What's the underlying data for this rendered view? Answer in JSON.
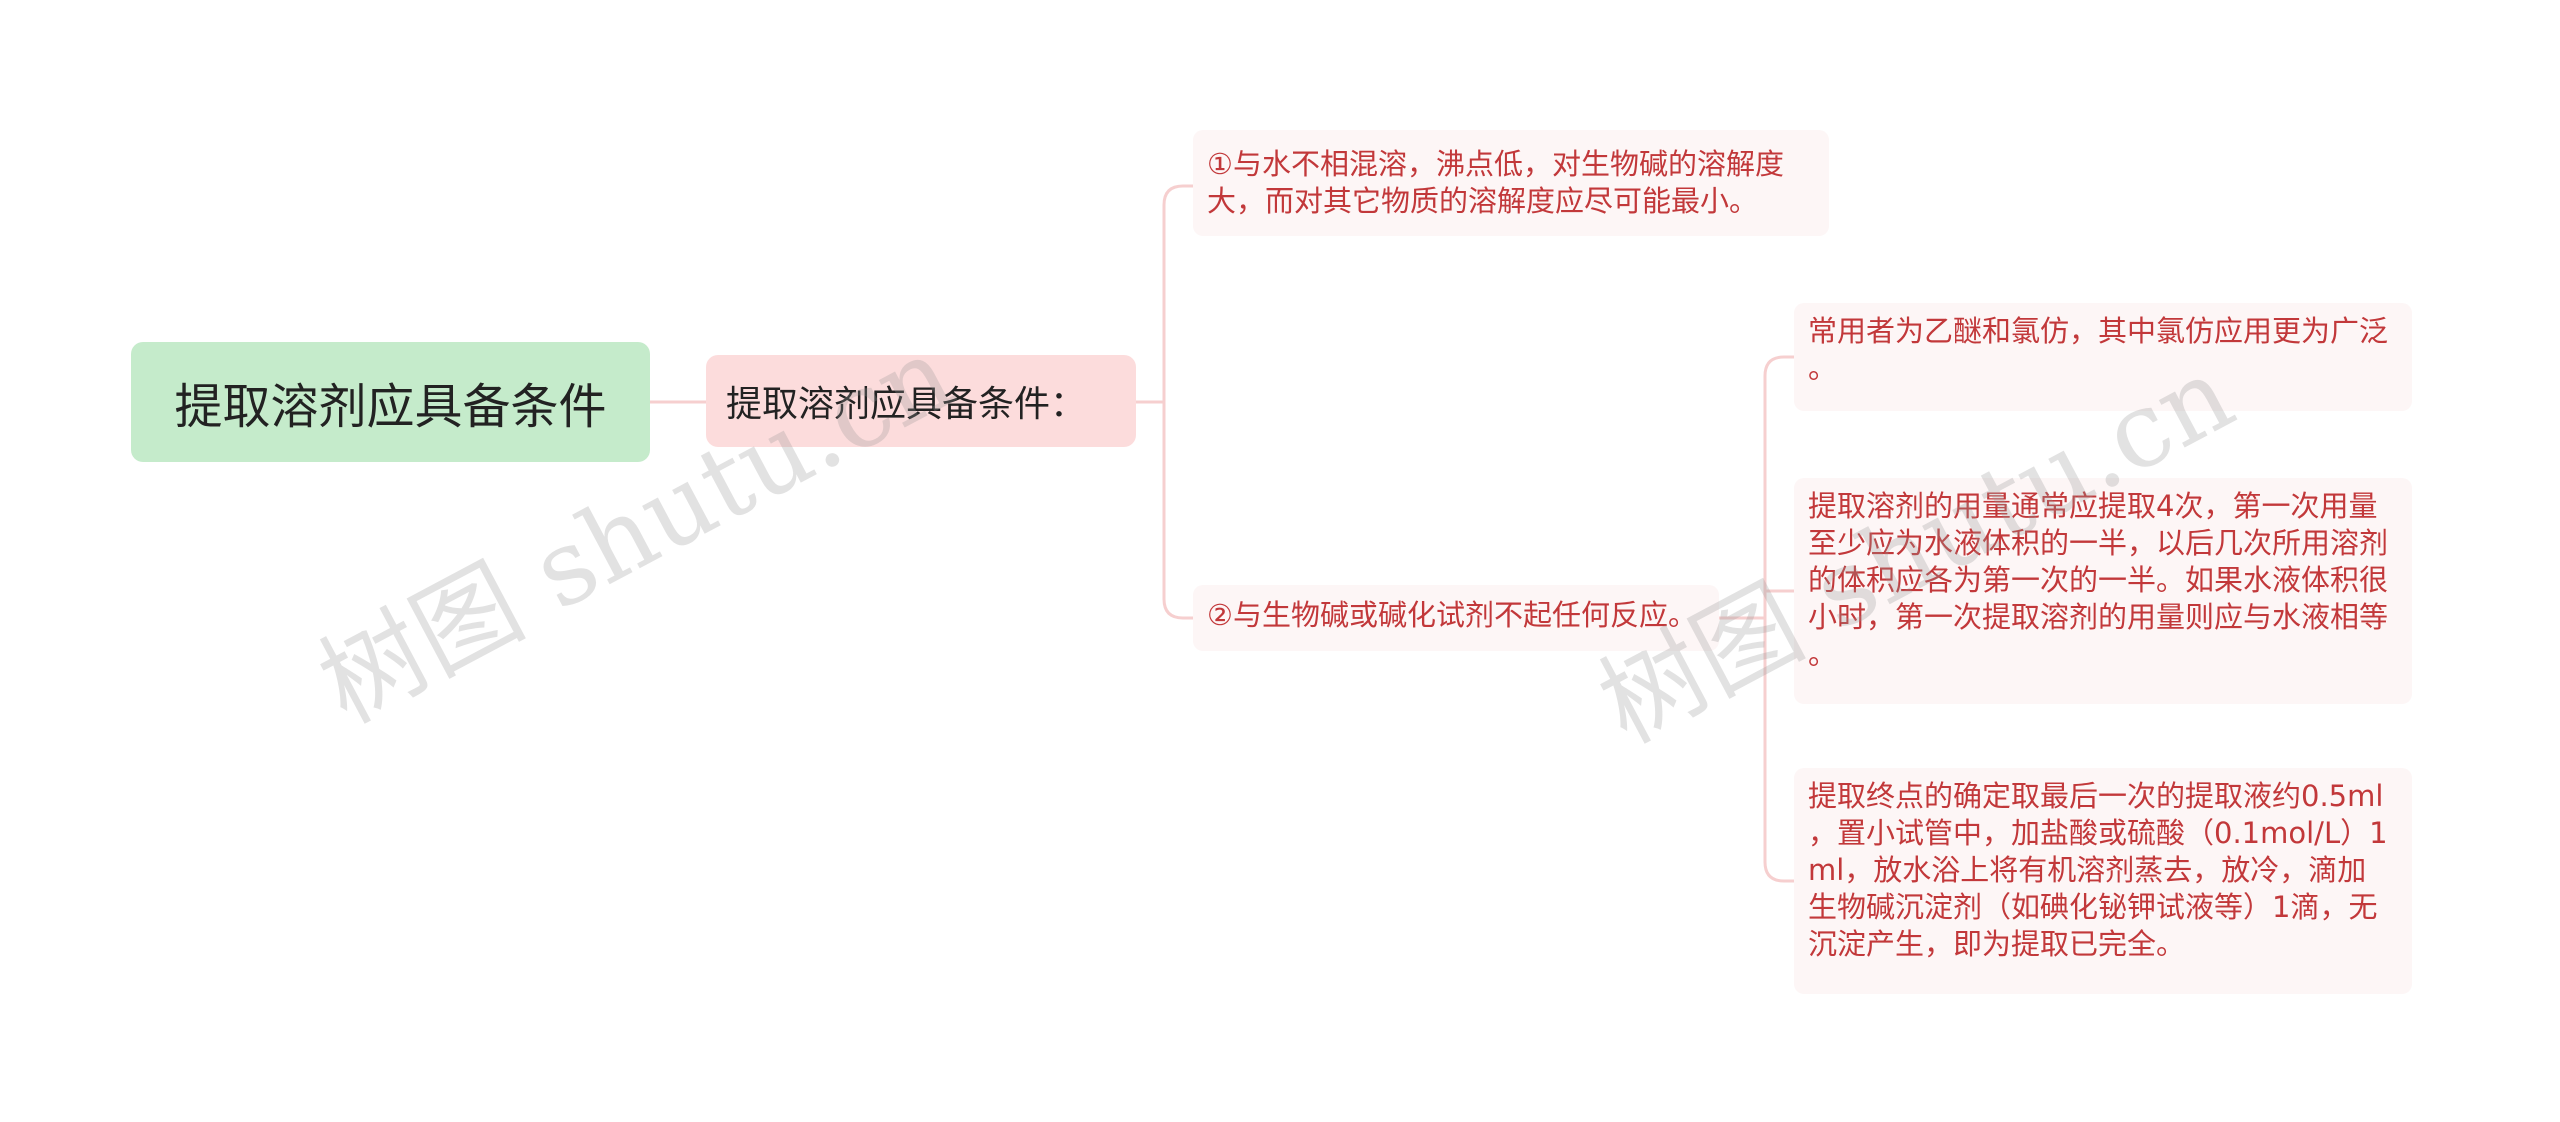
{
  "colors": {
    "root_bg": "#c5ebcb",
    "branch_bg": "#fcdcdc",
    "leaf_bg": "#fdf6f6",
    "leaf_text": "#c2383a",
    "connector": "#f6cfcf"
  },
  "mindmap": {
    "root": {
      "label": "提取溶剂应具备条件"
    },
    "branch": {
      "label": "提取溶剂应具备条件："
    },
    "items": [
      {
        "label": "①与水不相混溶，沸点低，对生物碱的溶解度\n大，而对其它物质的溶解度应尽可能最小。"
      },
      {
        "label": "②与生物碱或碱化试剂不起任何反应。",
        "children": [
          {
            "label": "常用者为乙醚和氯仿，其中氯仿应用更为广泛\n。"
          },
          {
            "label": "提取溶剂的用量通常应提取4次，第一次用量\n至少应为水液体积的一半，以后几次所用溶剂\n的体积应各为第一次的一半。如果水液体积很\n小时，第一次提取溶剂的用量则应与水液相等\n。"
          },
          {
            "label": "提取终点的确定取最后一次的提取液约0.5ml\n，置小试管中，加盐酸或硫酸（0.1mol/L）1\nml，放水浴上将有机溶剂蒸去，放冷，滴加\n生物碱沉淀剂（如碘化铋钾试液等）1滴，无\n沉淀产生，即为提取已完全。"
          }
        ]
      }
    ]
  },
  "watermarks": [
    "树图 shutu.cn",
    "树图 shutu.cn"
  ]
}
